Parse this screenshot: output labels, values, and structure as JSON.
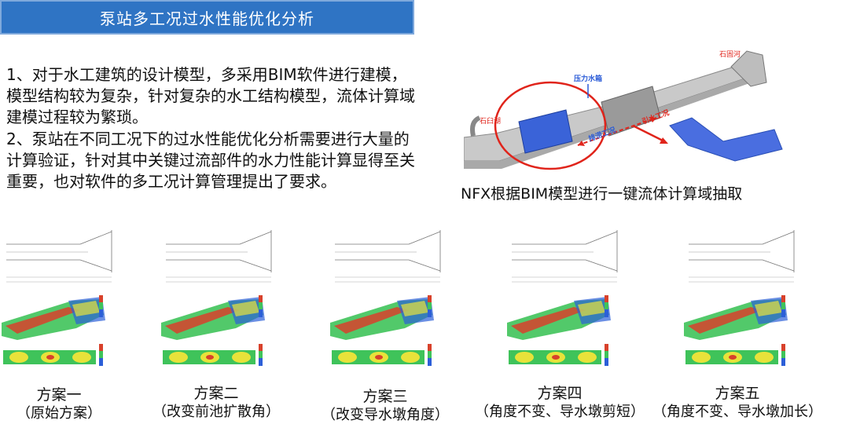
{
  "title": "泵站多工况过水性能优化分析",
  "paragraphs": [
    "1、对于水工建筑的设计模型，多采用BIM软件进行建模，模型结构较为复杂，针对复杂的水工结构模型，流体计算域建模过程较为繁琐。",
    "2、泵站在不同工况下的过水性能优化分析需要进行大量的计算验证，针对其中关键过流部件的水力性能计算显得至关重要，也对软件的多工况计算管理提出了要求。"
  ],
  "hero": {
    "labels": {
      "stone_left": "石臼湖",
      "stone_right": "石固河",
      "pressure_box": "压力水箱",
      "pump_condition": "排涝工况",
      "diversion_condition": "引水工况"
    },
    "caption": "NFX根据BIM模型进行一键流体计算域抽取"
  },
  "schemes": [
    {
      "name": "方案一",
      "desc": "（原始方案）"
    },
    {
      "name": "方案二",
      "desc": "（改变前池扩散角）"
    },
    {
      "name": "方案三",
      "desc": "（改变导水墩角度）"
    },
    {
      "name": "方案四",
      "desc": "（角度不变、导水墩剪短）"
    },
    {
      "name": "方案五",
      "desc": "（角度不变、导水墩加长）"
    }
  ],
  "colors": {
    "title_bg": "#2f74c4",
    "annotation_blue": "#2a5bd7",
    "annotation_red": "#e0241b",
    "flow_red": "#d8412b",
    "flow_green": "#3fc35a",
    "flow_blue": "#2c5fd8"
  }
}
